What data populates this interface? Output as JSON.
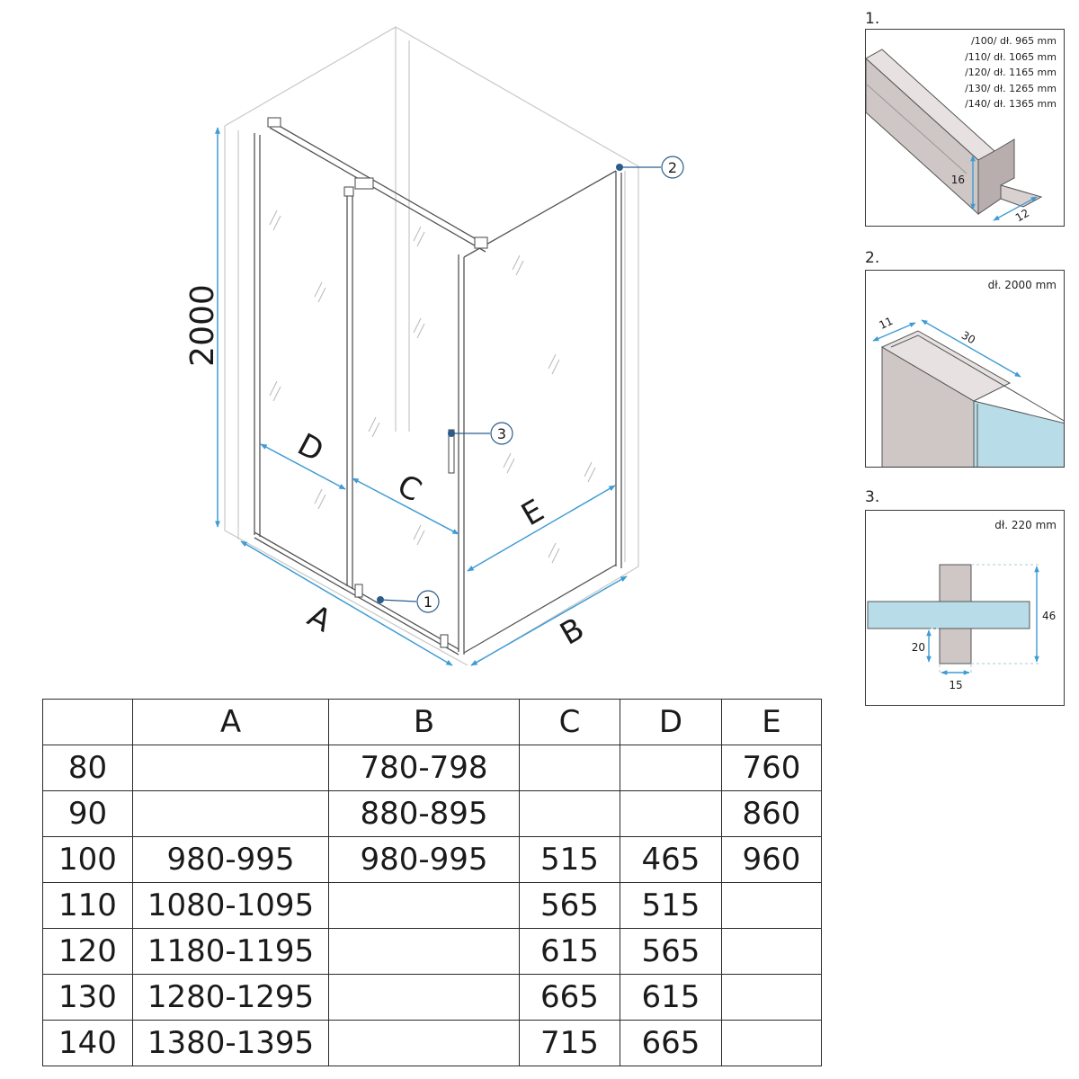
{
  "main": {
    "height_label": "2000",
    "dim_labels": {
      "A": "A",
      "B": "B",
      "C": "C",
      "D": "D",
      "E": "E"
    },
    "callouts": [
      "1",
      "2",
      "3"
    ]
  },
  "details": [
    {
      "number": "1.",
      "lengths": [
        "/100/ dł. 965 mm",
        "/110/ dł. 1065 mm",
        "/120/ dł. 1165 mm",
        "/130/ dł. 1265 mm",
        "/140/ dł. 1365 mm"
      ],
      "dims": [
        "16",
        "12"
      ]
    },
    {
      "number": "2.",
      "length": "dł. 2000 mm",
      "dims": [
        "11",
        "30"
      ]
    },
    {
      "number": "3.",
      "length": "dł. 220 mm",
      "dims": [
        "46",
        "20",
        "15"
      ]
    }
  ],
  "table": {
    "headers": [
      "",
      "A",
      "B",
      "C",
      "D",
      "E"
    ],
    "rows": [
      [
        "80",
        "",
        "780-798",
        "",
        "",
        "760"
      ],
      [
        "90",
        "",
        "880-895",
        "",
        "",
        "860"
      ],
      [
        "100",
        "980-995",
        "980-995",
        "515",
        "465",
        "960"
      ],
      [
        "110",
        "1080-1095",
        "",
        "565",
        "515",
        ""
      ],
      [
        "120",
        "1180-1195",
        "",
        "615",
        "565",
        ""
      ],
      [
        "130",
        "1280-1295",
        "",
        "665",
        "615",
        ""
      ],
      [
        "140",
        "1380-1395",
        "",
        "715",
        "665",
        ""
      ]
    ]
  },
  "colors": {
    "dimension": "#3f9bd4",
    "callout": "#2b5d8a",
    "glass": "#bcdde8",
    "line": "#555555"
  }
}
